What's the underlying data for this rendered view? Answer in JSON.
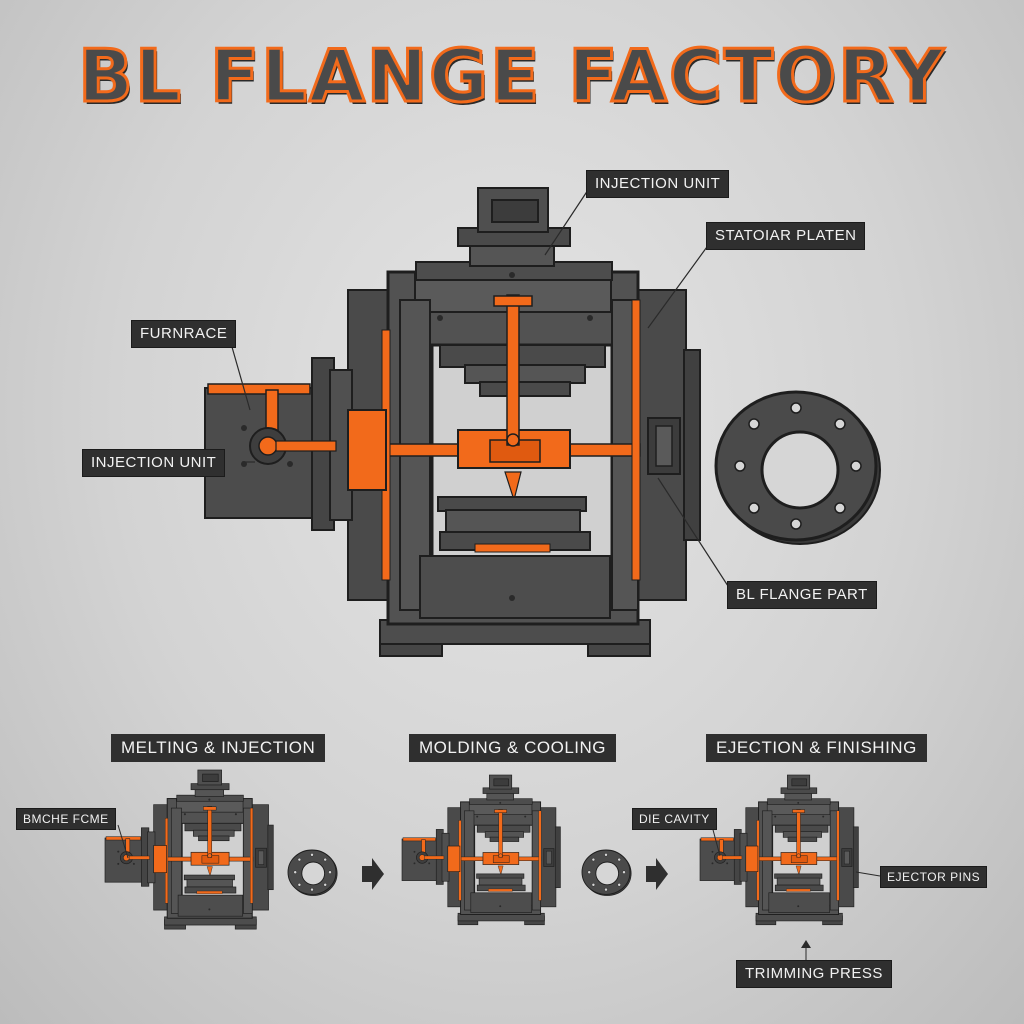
{
  "title": "BL FLANGE FACTORY",
  "labels": {
    "injection_unit_top": "INJECTION UNIT",
    "stationary_platen": "STATOIAR PLATEN",
    "furnace": "FURNRACE",
    "injection_unit_left": "INJECTION UNIT",
    "flange_part": "BL FLANGE PART"
  },
  "stages": [
    {
      "title": "MELTING & INJECTION"
    },
    {
      "title": "MOLDING & COOLING"
    },
    {
      "title": "EJECTION & FINISHING"
    }
  ],
  "stage_labels": {
    "machine_frame": "BMCHE FCME",
    "die_cavity": "DIE CAVITY",
    "ejector_pins": "EJECTOR PINS",
    "trimming_press": "TRIMMING PRESS"
  },
  "colors": {
    "metal": "#4b4b4b",
    "molten": "#f26a1b",
    "outline": "#1e1e1e",
    "background": "#d6d6d6"
  }
}
